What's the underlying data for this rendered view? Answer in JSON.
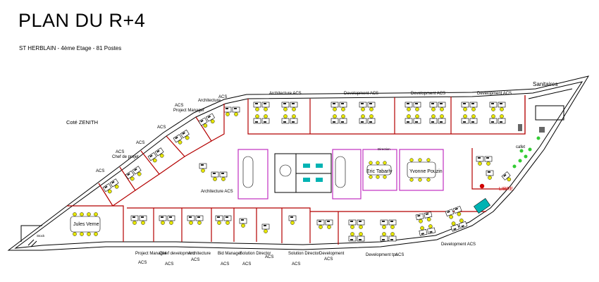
{
  "title": "PLAN DU R+4",
  "subtitle": "ST HERBLAIN - 4ème Etage - 81 Postes",
  "labels": {
    "sanitaires": "Sanitaires",
    "cote_zenith": "Coté ZENITH",
    "libre": "LIBRE",
    "cafet": "cafet",
    "jules_verne": "Jules Verne",
    "eric_tabarly": "Eric Tabarly",
    "yvonne_pouzin": "Yvonne Pouzin",
    "architecture_acs_mid": "Architecture ACS",
    "architecture_top": "Architecture ACS",
    "development_top_1": "Development ACS",
    "development_top_2": "Development ACS",
    "development_top_3": "Development ACS",
    "architecture_upper_left": "Architecture",
    "acs_upper_left": "ACS",
    "project_manager_upper": "Project Manager",
    "acs_pm_upper": "ACS",
    "acs_left_1": "ACS",
    "acs_left_2": "ACS",
    "acs_left_3": "ACS",
    "chef_de_projet": "Chef de projet",
    "acs_chef": "ACS",
    "acs_far_left": "ACS",
    "stock": "Stock",
    "direction": "Direction",
    "bottom_project_manager": "Project Manager",
    "bottom_project_manager_acs": "ACS",
    "bottom_chief_dev": "Chief development",
    "bottom_chief_dev_acs": "ACS",
    "bottom_architecture": "Architecture",
    "bottom_architecture_acs": "ACS",
    "bottom_bid_manager": "Bid Manager",
    "bottom_bid_manager_acs": "ACS",
    "bottom_solution_director_1": "Solution Director",
    "bottom_solution_director_1_acs": "ACS",
    "bottom_acs_alone": "ACS",
    "bottom_solution_director_2": "Solution Director",
    "bottom_solution_director_2_acs": "ACS",
    "bottom_development": "Development",
    "bottom_development_acs": "ACS",
    "bottom_dev_tps": "Development tps",
    "bottom_dev_tps_acs": "ACS",
    "bottom_development_right": "Development ACS"
  },
  "colors": {
    "walls": "#000000",
    "inner_walls": "#b40000",
    "meeting_walls": "#c030c0",
    "chairs": "#e6e600",
    "plants": "#33cc33",
    "printer": "#00b3b3",
    "libre": "#d00000"
  }
}
